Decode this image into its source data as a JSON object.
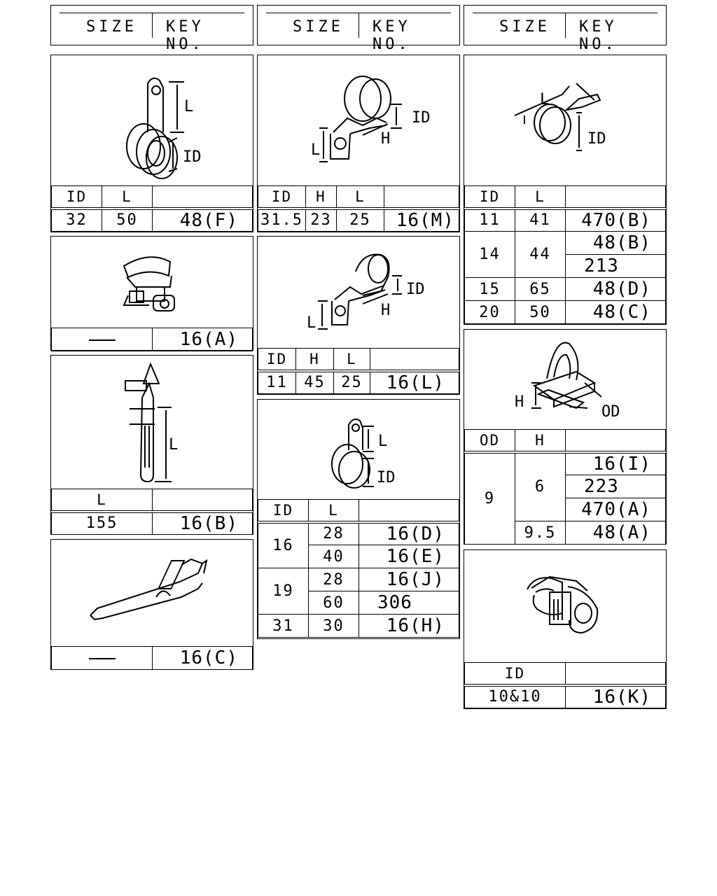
{
  "header": {
    "size_label": "SIZE",
    "key_label": "KEY NO."
  },
  "dims": {
    "id": "ID",
    "l": "L",
    "h": "H",
    "od": "OD"
  },
  "col1": {
    "p1": {
      "rows": [
        {
          "id": "32",
          "l": "50",
          "key": "48(F)"
        }
      ]
    },
    "p2": {
      "key": "16(A)"
    },
    "p3": {
      "rows": [
        {
          "l": "155",
          "key": "16(B)"
        }
      ]
    },
    "p4": {
      "key": "16(C)"
    }
  },
  "col2": {
    "p1": {
      "rows": [
        {
          "id": "31.5",
          "h": "23",
          "l": "25",
          "key": "16(M)"
        }
      ]
    },
    "p2": {
      "rows": [
        {
          "id": "11",
          "h": "45",
          "l": "25",
          "key": "16(L)"
        }
      ]
    },
    "p3": {
      "groups": [
        {
          "id": "16",
          "rows": [
            {
              "l": "28",
              "key": "16(D)"
            },
            {
              "l": "40",
              "key": "16(E)"
            }
          ]
        },
        {
          "id": "19",
          "rows": [
            {
              "l": "28",
              "key": "16(J)"
            },
            {
              "l": "60",
              "key": "306"
            }
          ]
        },
        {
          "id": "31",
          "rows": [
            {
              "l": "30",
              "key": "16(H)"
            }
          ]
        }
      ]
    }
  },
  "col3": {
    "p1": {
      "rows": [
        {
          "id": "11",
          "l": "41",
          "keys": [
            "470(B)"
          ]
        },
        {
          "id": "14",
          "l": "44",
          "keys": [
            "48(B)",
            "213"
          ]
        },
        {
          "id": "15",
          "l": "65",
          "keys": [
            "48(D)"
          ]
        },
        {
          "id": "20",
          "l": "50",
          "keys": [
            "48(C)"
          ]
        }
      ]
    },
    "p2": {
      "od": "9",
      "h_groups": [
        {
          "h": "6",
          "keys": [
            "16(I)",
            "223",
            "470(A)"
          ]
        },
        {
          "h": "9.5",
          "keys": [
            "48(A)"
          ]
        }
      ]
    },
    "p3": {
      "rows": [
        {
          "id": "10&10",
          "key": "16(K)"
        }
      ]
    }
  }
}
